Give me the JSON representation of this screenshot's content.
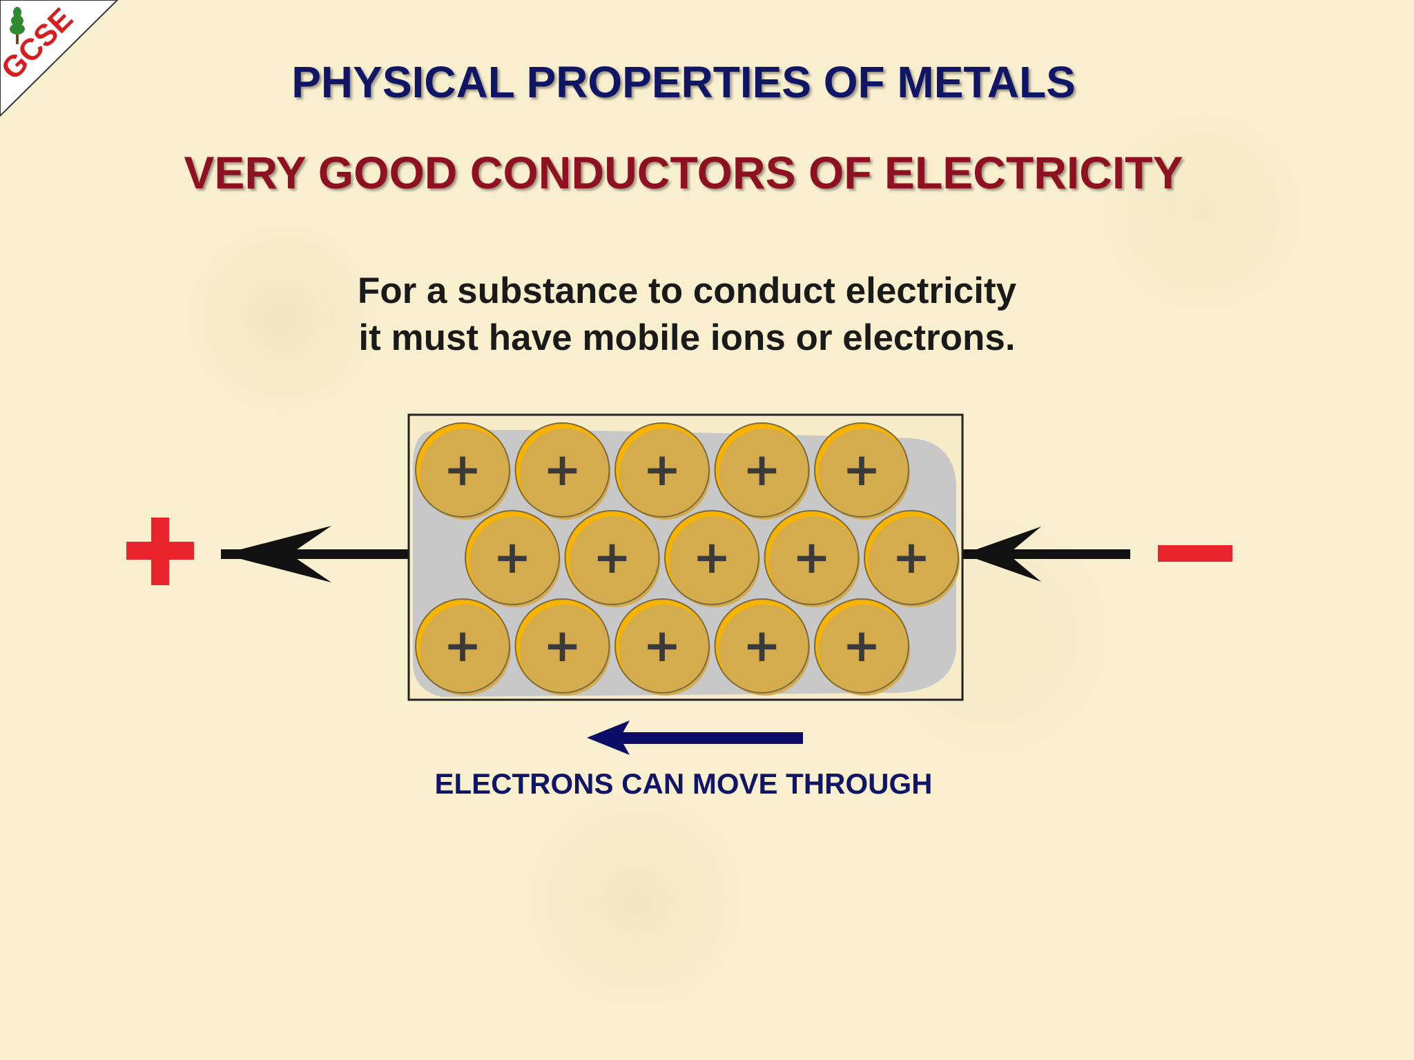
{
  "logo": {
    "text": "GCSE",
    "text_color": "#d61e1e",
    "tree_color": "#2e8b2e"
  },
  "title": "PHYSICAL PROPERTIES OF METALS",
  "subtitle": "VERY GOOD CONDUCTORS OF ELECTRICITY",
  "body": {
    "line1": "For a substance to conduct electricity",
    "line2": "it must have mobile ions or electrons."
  },
  "diagram": {
    "ion_symbol": "+",
    "ion_rows": [
      5,
      5,
      5
    ],
    "positive_terminal": "+",
    "negative_terminal": "−",
    "colors": {
      "ion_fill": "#d4ac4e",
      "ion_highlight": "#f7b300",
      "electron_sea": "#c8c8c8",
      "terminal": "#e8232b",
      "arrow": "#111111",
      "electron_arrow": "#0b0d66"
    }
  },
  "caption": "ELECTRONS CAN MOVE THROUGH"
}
